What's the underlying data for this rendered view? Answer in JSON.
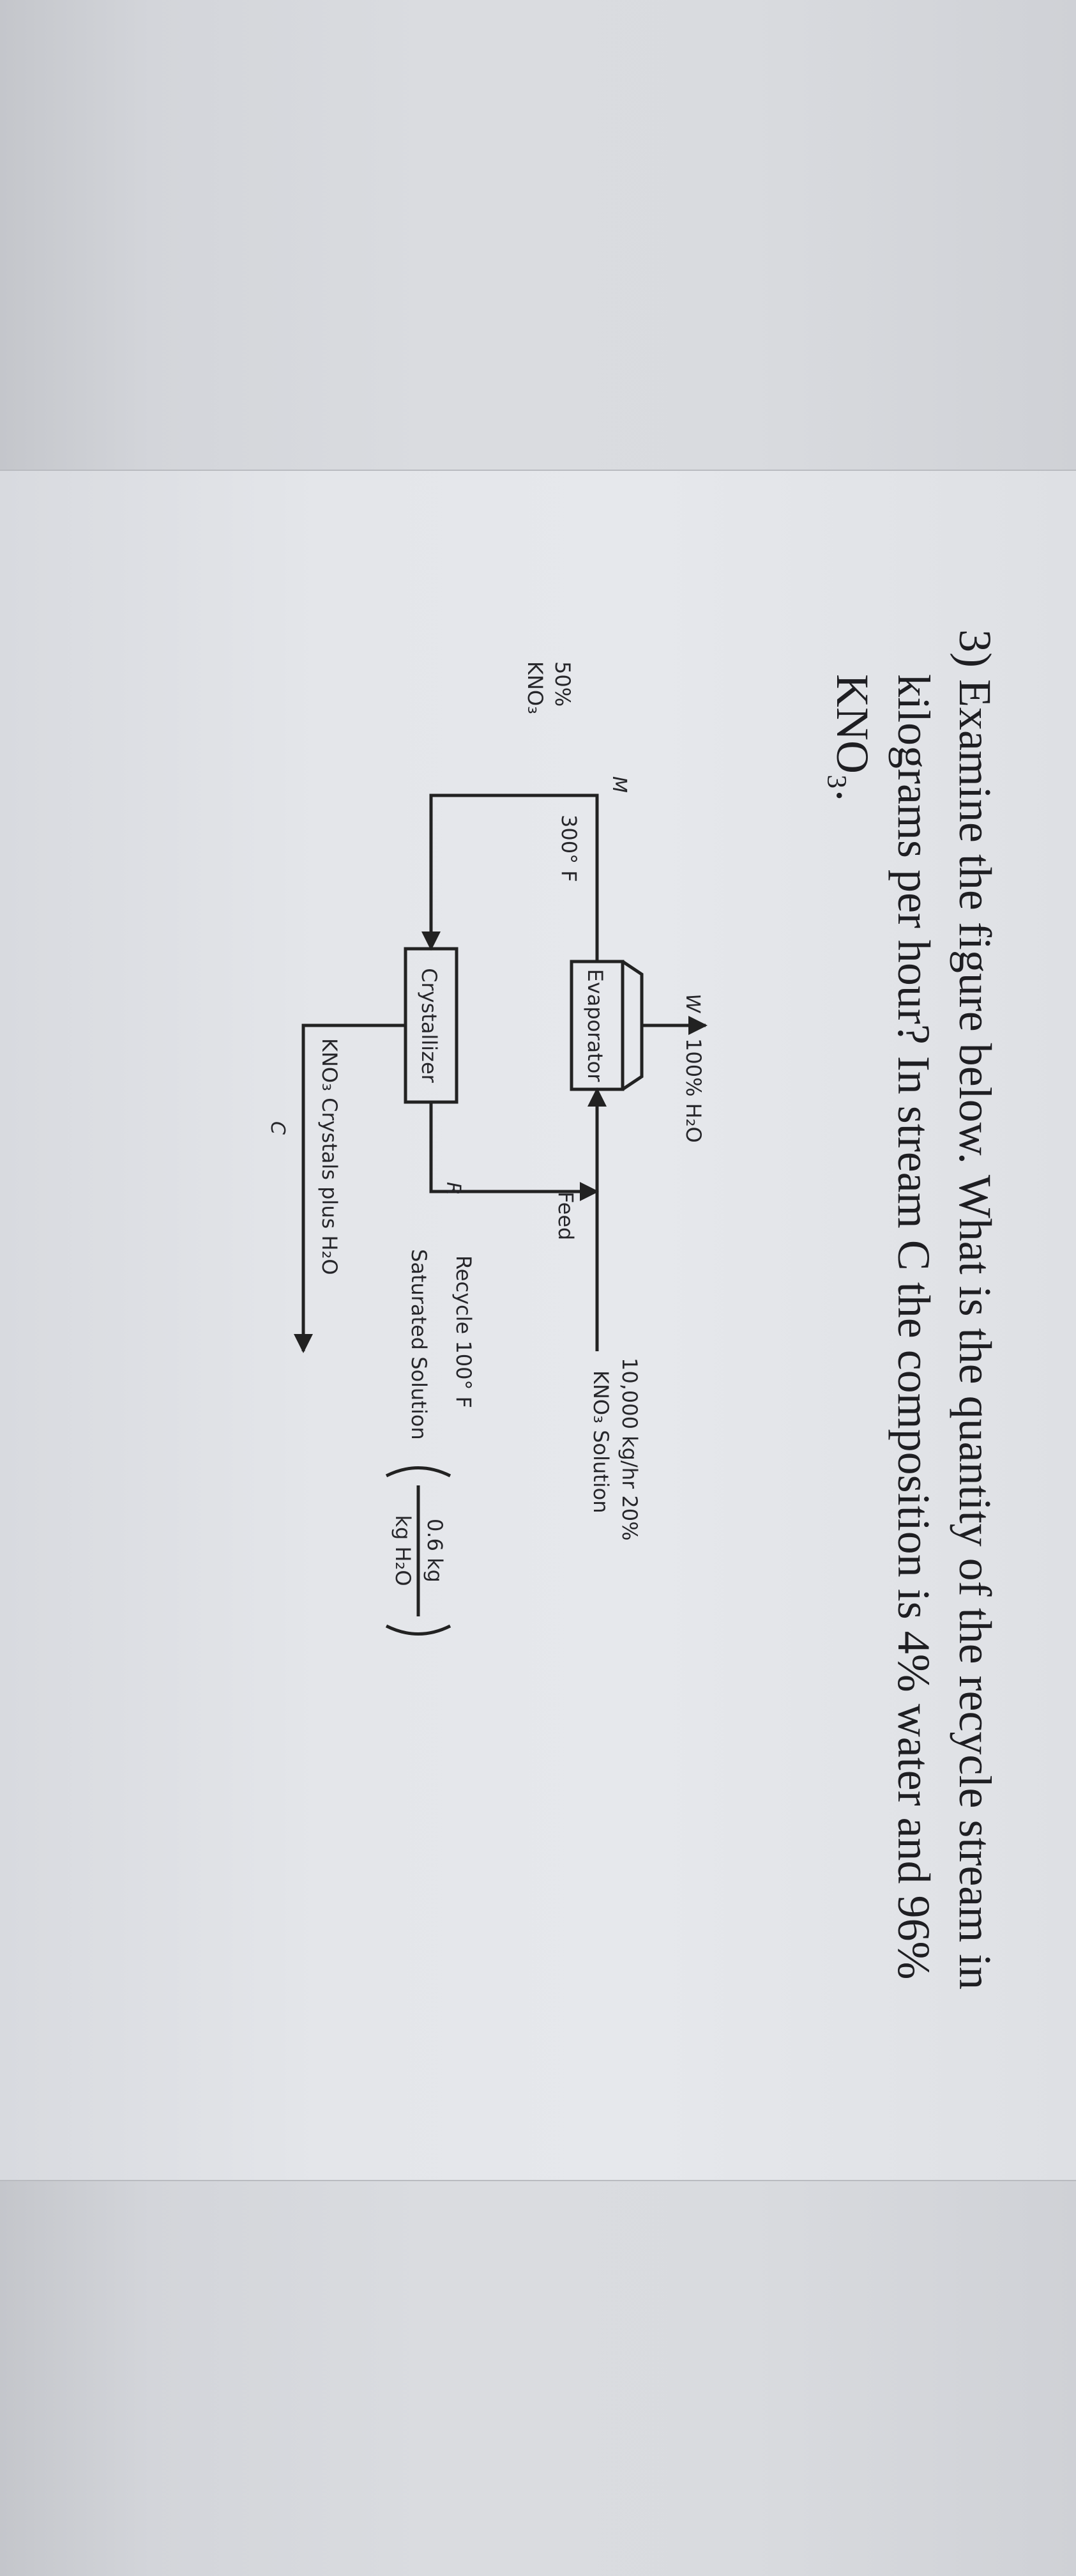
{
  "question": {
    "line1": "3) Examine the figure below. What is the quantity of the recycle stream in",
    "line2_prefix": "kilograms per hour? In stream C the composition is 4% water and 96%",
    "line3": "KNO₃."
  },
  "diagram": {
    "evaporator": "Evaporator",
    "crystallizer": "Crystallizer",
    "stream_w_letter": "W",
    "stream_w_text": "100% H₂O",
    "temp_evaporator": "300° F",
    "stream_m_letter": "M",
    "stream_m_pct": "50%",
    "stream_m_comp": "KNO₃",
    "stream_r_letter": "R",
    "feed_label": "Feed",
    "feed_rate": "10,000 kg/hr 20%",
    "feed_comp": "KNO₃ Solution",
    "recycle_label": "Recycle 100° F",
    "saturated_label": "Saturated Solution",
    "ratio_num": "0.6 kg",
    "ratio_den": "kg H₂O",
    "product_label": "KNO₃ Crystals plus H₂O",
    "stream_c_letter": "C"
  }
}
